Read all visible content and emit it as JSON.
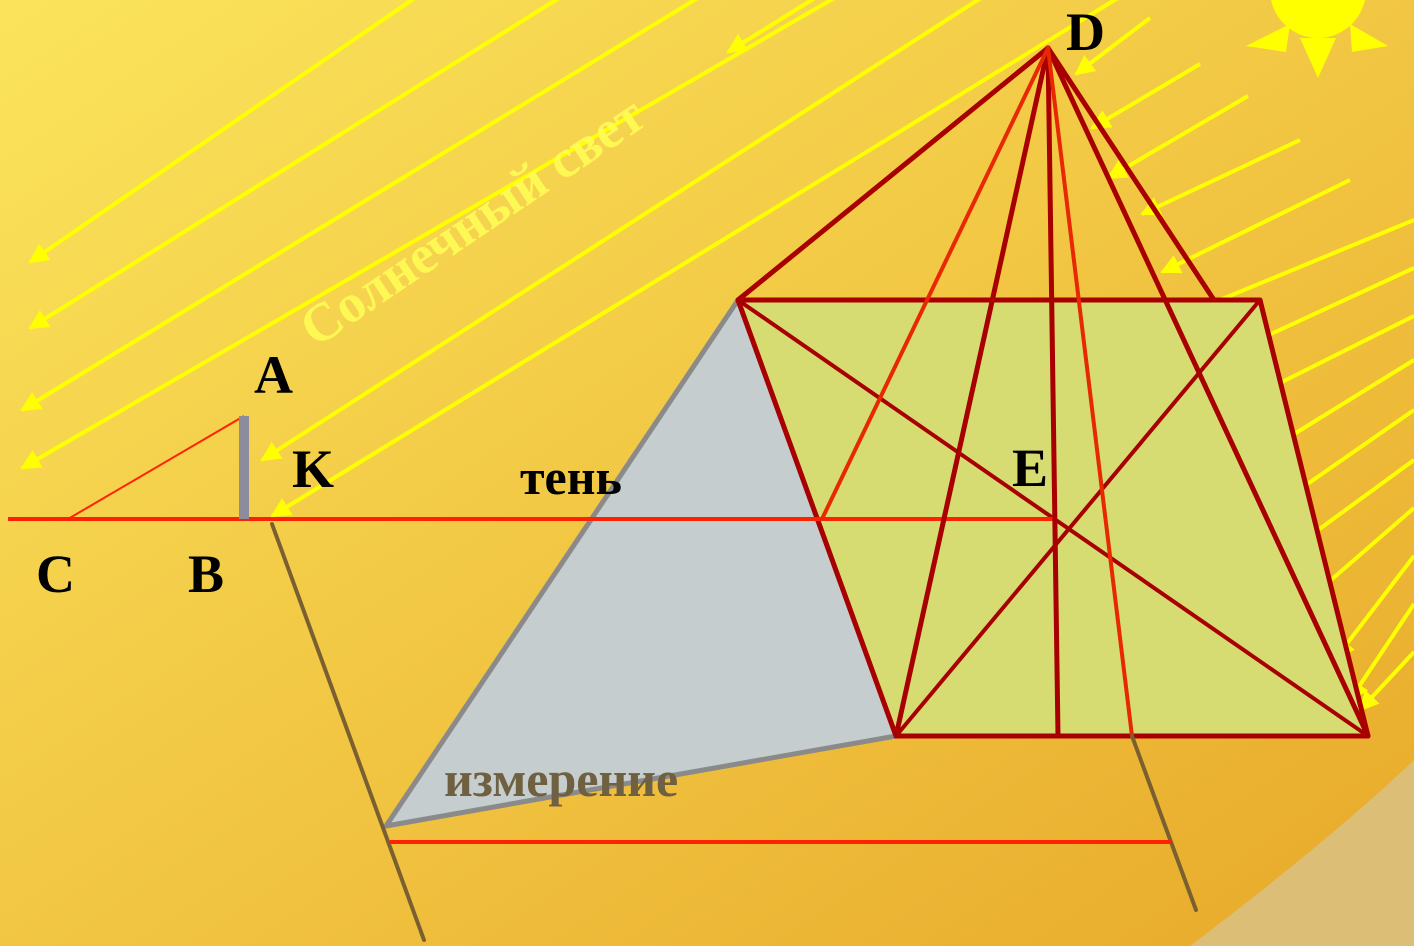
{
  "diagram": {
    "points": {
      "A": "A",
      "K": "K",
      "C": "C",
      "B": "B",
      "D": "D",
      "E": "E"
    },
    "labels": {
      "sunlight": "Солнечный свет",
      "shadow": "тень",
      "measurement": "измерение"
    },
    "colors": {
      "background_light": "#fbe45c",
      "background_dark": "#e8a92a",
      "ray": "#ffff00",
      "ground_line": "#ff2200",
      "pyramid_edge": "#a80000",
      "pyramid_face_line": "#e82800",
      "pyramid_base_fill": "#d6dc72",
      "shadow_fill": "#c5cdce",
      "shadow_edge": "#8a8a8a",
      "measure_line": "#7a6030",
      "measure_text": "#6e6040",
      "stick": "#8c8c9c",
      "sunlight_text": "#ffff55"
    },
    "icons": {
      "sun": "sun-icon"
    }
  }
}
